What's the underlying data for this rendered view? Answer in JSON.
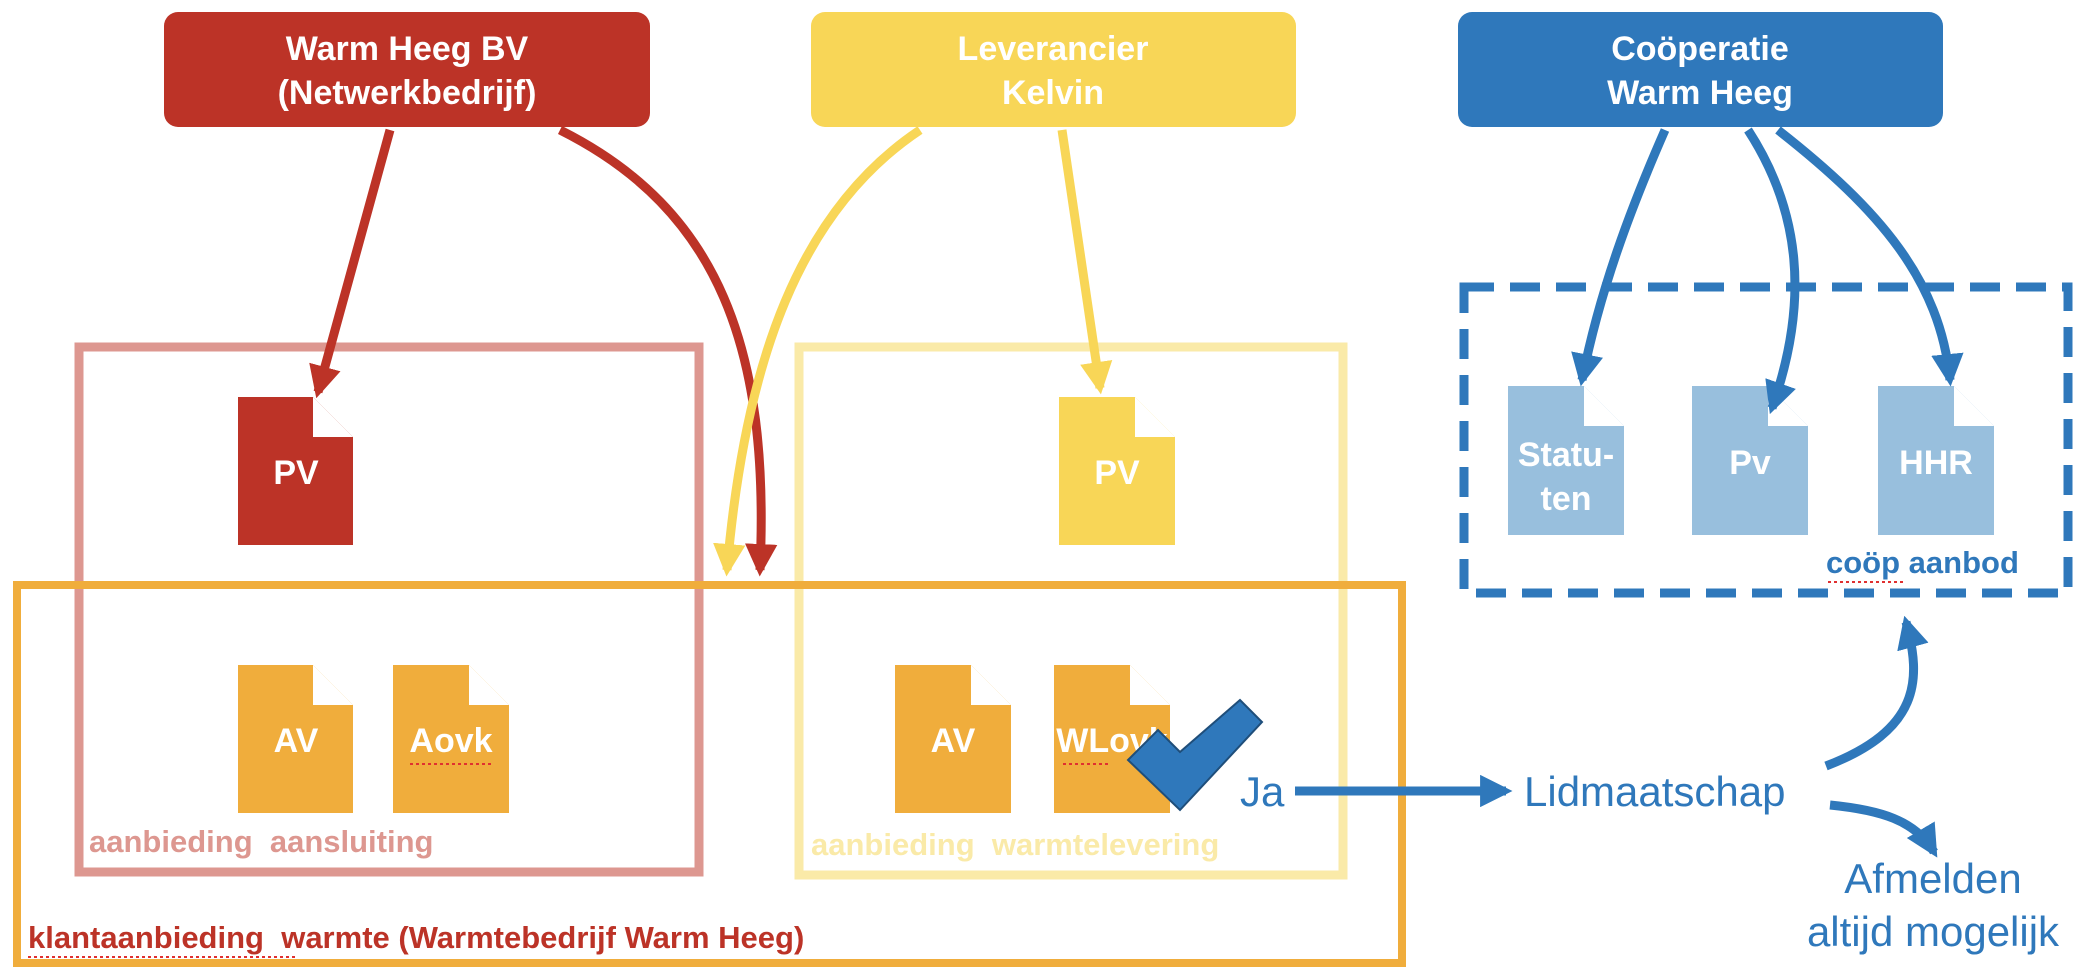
{
  "colors": {
    "red": "#bc3327",
    "yellow": "#f8d657",
    "blue": "#2f78bb",
    "orange": "#f0ad3c",
    "light_blue": "#98bfdd"
  },
  "headers": {
    "warm_heeg_bv": {
      "line1": "Warm Heeg BV",
      "line2": "(Netwerkbedrijf)"
    },
    "leverancier": {
      "line1": "Leverancier",
      "line2": "Kelvin"
    },
    "cooperatie": {
      "line1": "Coöperatie",
      "line2": "Warm Heeg"
    }
  },
  "documents": {
    "pv_red": "PV",
    "pv_yellow": "PV",
    "av_left": "AV",
    "aovk": "Aovk",
    "av_right": "AV",
    "wlovk": "WLovk",
    "statuten_1": "Statu-",
    "statuten_2": "ten",
    "pv_blue": "Pv",
    "hhr": "HHR"
  },
  "labels": {
    "aanbieding_aansluiting": "aanbieding  aansluiting",
    "aanbieding_warmtelevering": "aanbieding  warmtelevering",
    "klantaanbieding": "klantaanbieding  warmte (Warmtebedrijf Warm Heeg)",
    "coop_aanbod": "coöp aanbod"
  },
  "flow": {
    "ja": "Ja",
    "lidmaatschap": "Lidmaatschap",
    "afmelden_1": "Afmelden",
    "afmelden_2": "altijd mogelijk"
  }
}
